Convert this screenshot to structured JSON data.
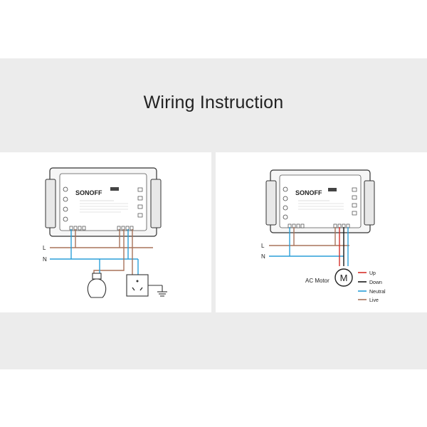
{
  "title": "Wiring Instruction",
  "brand": "SONOFF",
  "left_panel": {
    "wire_labels": {
      "live": "L",
      "neutral": "N"
    }
  },
  "right_panel": {
    "wire_labels": {
      "live": "L",
      "neutral": "N"
    },
    "motor_symbol": "M",
    "motor_label": "AC Motor",
    "legend": [
      {
        "label": "Up",
        "color": "#d6312b"
      },
      {
        "label": "Down",
        "color": "#1a1a1a"
      },
      {
        "label": "Neutral",
        "color": "#2a9fd8"
      },
      {
        "label": "Live",
        "color": "#a8735a"
      }
    ]
  },
  "colors": {
    "background": "#ececec",
    "panel": "#ffffff",
    "live_wire": "#a8735a",
    "neutral_wire": "#2a9fd8",
    "up_wire": "#d6312b",
    "down_wire": "#1a1a1a",
    "device_outline": "#333333"
  },
  "icons": [
    "light-bulb-icon",
    "power-socket-icon",
    "ground-icon",
    "motor-icon"
  ]
}
